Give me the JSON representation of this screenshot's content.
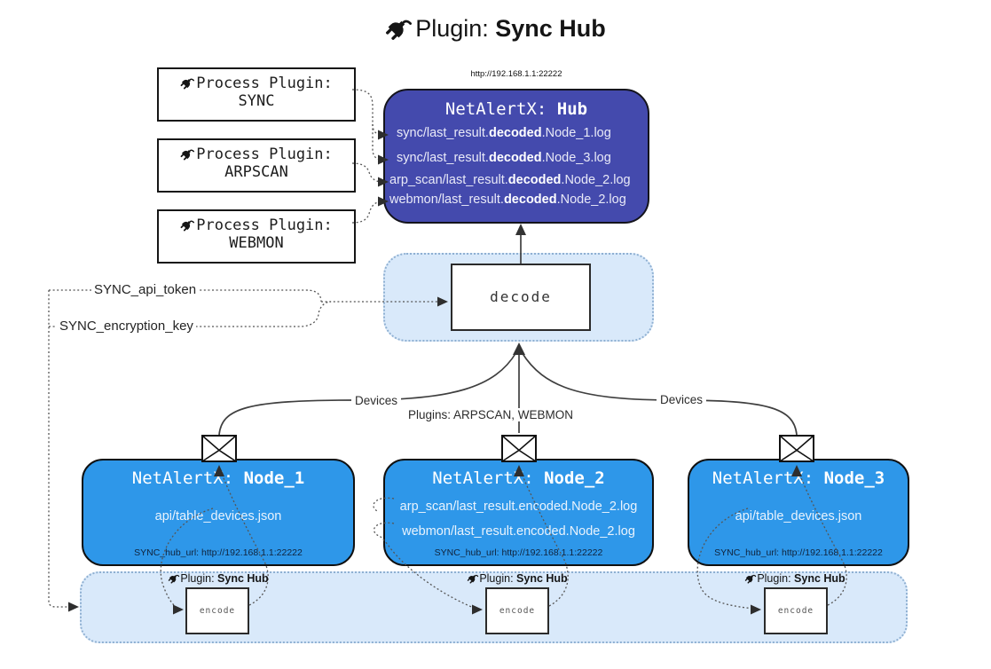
{
  "title": {
    "prefix": "Plugin:",
    "bold": "Sync Hub"
  },
  "process_plugins": [
    {
      "label": "Process Plugin:",
      "name": "SYNC"
    },
    {
      "label": "Process Plugin:",
      "name": "ARPSCAN"
    },
    {
      "label": "Process Plugin:",
      "name": "WEBMON"
    }
  ],
  "hub": {
    "url": "http://192.168.1.1:22222",
    "title_prefix": "NetAlertX: ",
    "title_bold": "Hub",
    "lines": [
      {
        "pre": "sync/last_result.",
        "bold": "decoded",
        "post": ".Node_1.log"
      },
      {
        "pre": "sync/last_result.",
        "bold": "decoded",
        "post": ".Node_3.log"
      },
      {
        "pre": "arp_scan/last_result.",
        "bold": "decoded",
        "post": ".Node_2.log"
      },
      {
        "pre": "webmon/last_result.",
        "bold": "decoded",
        "post": ".Node_2.log"
      }
    ]
  },
  "decode": {
    "label": "decode"
  },
  "settings": {
    "api_token": "SYNC_api_token",
    "encryption_key": "SYNC_encryption_key"
  },
  "edges": {
    "left": "Devices",
    "right": "Devices",
    "middle": "Plugins: ARPSCAN, WEBMON"
  },
  "nodes": [
    {
      "title_prefix": "NetAlertX: ",
      "title_bold": "Node_1",
      "lines": [
        "api/table_devices.json"
      ],
      "hub_url": "SYNC_hub_url: http://192.168.1.1:22222"
    },
    {
      "title_prefix": "NetAlertX: ",
      "title_bold": "Node_2",
      "lines": [
        "arp_scan/last_result.encoded.Node_2.log",
        "webmon/last_result.encoded.Node_2.log"
      ],
      "hub_url": "SYNC_hub_url: http://192.168.1.1:22222"
    },
    {
      "title_prefix": "NetAlertX: ",
      "title_bold": "Node_3",
      "lines": [
        "api/table_devices.json"
      ],
      "hub_url": "SYNC_hub_url: http://192.168.1.1:22222"
    }
  ],
  "encoders": [
    {
      "label_prefix": "Plugin: ",
      "label_bold": "Sync Hub",
      "box": "encode"
    },
    {
      "label_prefix": "Plugin: ",
      "label_bold": "Sync Hub",
      "box": "encode"
    },
    {
      "label_prefix": "Plugin: ",
      "label_bold": "Sync Hub",
      "box": "encode"
    }
  ],
  "colors": {
    "hub_fill": "#444aad",
    "node_fill": "#2e97e9",
    "band_fill": "#d9e9fa",
    "band_border": "#8fb0d2",
    "connector": "#3f3f3f"
  }
}
